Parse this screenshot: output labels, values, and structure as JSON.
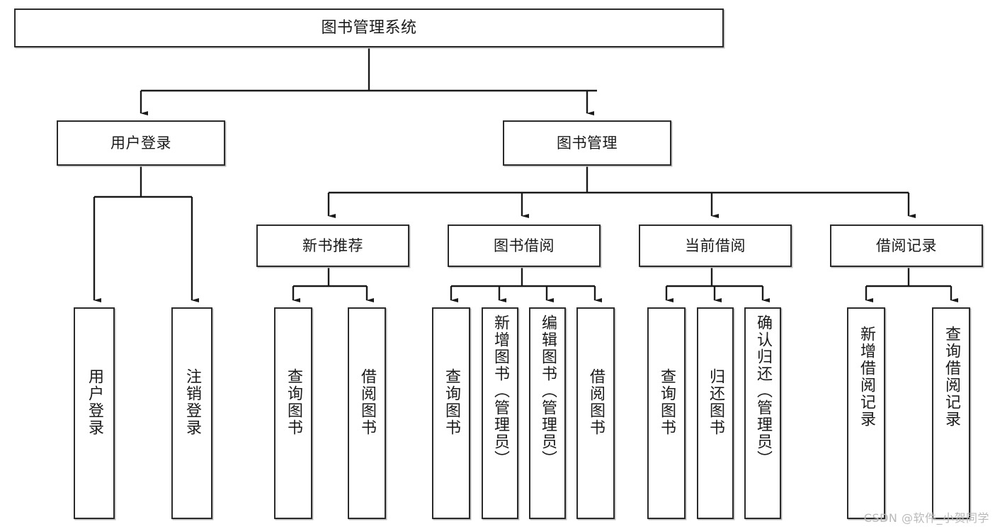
{
  "diagram": {
    "title": "图书管理系统",
    "type": "hierarchy-tree",
    "watermark": "CSDN @软件_小贺同学",
    "colors": {
      "box_border": "#2b2b2b",
      "box_fill": "#ffffff",
      "box_shadow": "#bdbdbd",
      "connector": "#1a1a1a",
      "text": "#1a1a1a",
      "watermark": "#b9b9b9"
    },
    "levels": {
      "root": {
        "label": "图书管理系统"
      },
      "level1": [
        {
          "id": "user-login",
          "label": "用户登录"
        },
        {
          "id": "book-management",
          "label": "图书管理"
        }
      ],
      "level2": [
        {
          "id": "new-book-recommend",
          "label": "新书推荐"
        },
        {
          "id": "book-borrow",
          "label": "图书借阅"
        },
        {
          "id": "current-borrow",
          "label": "当前借阅"
        },
        {
          "id": "borrow-record",
          "label": "借阅记录"
        }
      ],
      "leaves": {
        "user-login": [
          {
            "id": "leaf-user-login",
            "label": "用户登录"
          },
          {
            "id": "leaf-logout-login",
            "label": "注销登录"
          }
        ],
        "new-book-recommend": [
          {
            "id": "leaf-query-book-1",
            "label": "查询图书"
          },
          {
            "id": "leaf-borrow-book-1",
            "label": "借阅图书"
          }
        ],
        "book-borrow": [
          {
            "id": "leaf-query-book-2",
            "label": "查询图书"
          },
          {
            "id": "leaf-add-book",
            "label": "新增图书（管理员）"
          },
          {
            "id": "leaf-edit-book",
            "label": "编辑图书（管理员）"
          },
          {
            "id": "leaf-borrow-book-2",
            "label": "借阅图书"
          }
        ],
        "current-borrow": [
          {
            "id": "leaf-query-book-3",
            "label": "查询图书"
          },
          {
            "id": "leaf-return-book",
            "label": "归还图书"
          },
          {
            "id": "leaf-confirm-return",
            "label": "确认归还（管理员）"
          }
        ],
        "borrow-record": [
          {
            "id": "leaf-add-record",
            "label": "新增借阅记录"
          },
          {
            "id": "leaf-query-record",
            "label": "查询借阅记录"
          }
        ]
      }
    }
  }
}
